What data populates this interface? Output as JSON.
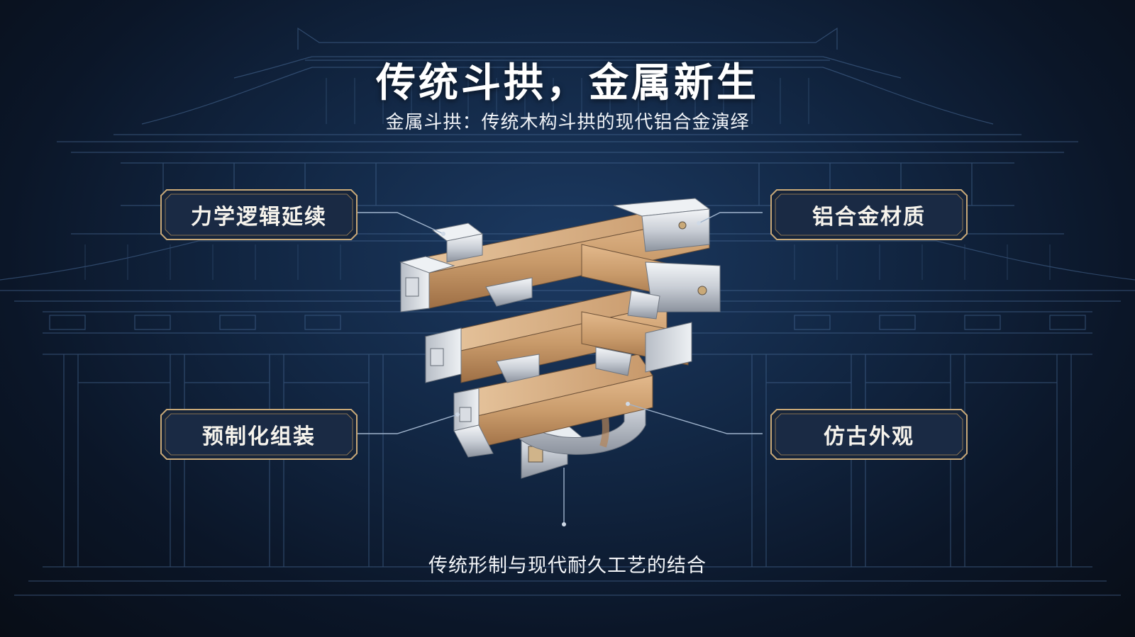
{
  "title": "传统斗拱，金属新生",
  "subtitle": "金属斗拱：传统木构斗拱的现代铝合金演绎",
  "labels": {
    "mechanics": "力学逻辑延续",
    "material": "铝合金材质",
    "prefab": "预制化组装",
    "appearance": "仿古外观"
  },
  "caption": "传统形制与现代耐久工艺的结合",
  "colors": {
    "background": "#122744",
    "label_fill": "#1a2a44",
    "label_border": "#c9a978",
    "wood": "#c89a6a",
    "metal": "#d8dce2"
  }
}
